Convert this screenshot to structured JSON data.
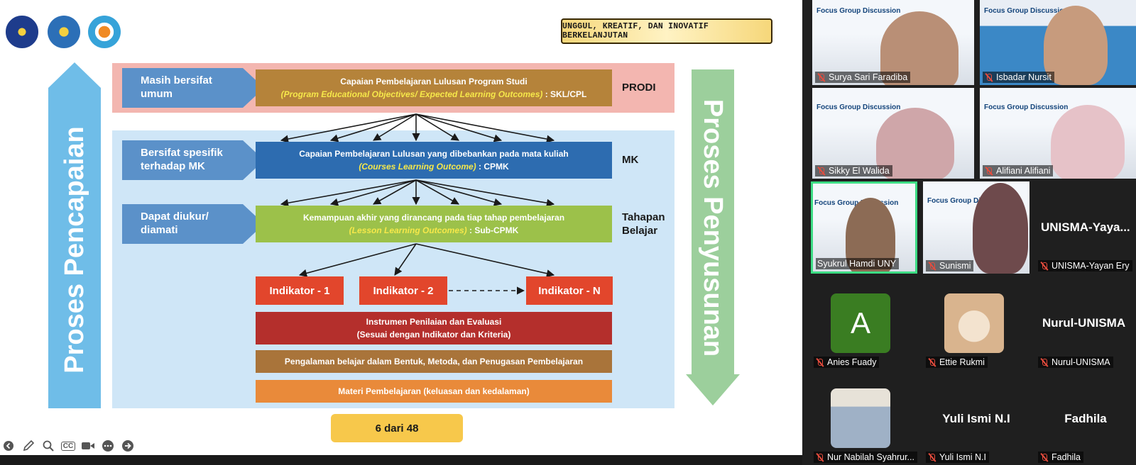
{
  "slide": {
    "motto": "UNGGUL, KREATIF, DAN INOVATIF BERKELANJUTAN",
    "logos": [
      "uny-logo",
      "tut-wuri-handayani-logo",
      "merdeka-belajar-logo"
    ],
    "left_arrow_label": "Proses Pencapaian",
    "right_arrow_label": "Proses Penyusunan",
    "levels": [
      {
        "label_line1": "Masih bersifat",
        "label_line2": "umum",
        "box_line1": "Capaian Pembelajaran Lulusan Program Studi",
        "box_em": "(Program Educational Objectives/ Expected Learning Outcomes)",
        "box_suffix": " : SKL/CPL",
        "tag_line1": "PRODI",
        "tag_line2": ""
      },
      {
        "label_line1": "Bersifat spesifik",
        "label_line2": "terhadap MK",
        "box_line1": "Capaian Pembelajaran Lulusan yang dibebankan pada mata kuliah",
        "box_em": "(Courses Learning Outcome)",
        "box_suffix": " : CPMK",
        "tag_line1": "MK",
        "tag_line2": ""
      },
      {
        "label_line1": "Dapat diukur/",
        "label_line2": "diamati",
        "box_line1": "Kemampuan akhir yang dirancang pada tiap tahap pembelajaran",
        "box_em": "(Lesson Learning Outcomes)",
        "box_suffix": " : Sub-CPMK",
        "tag_line1": "Tahapan",
        "tag_line2": "Belajar"
      }
    ],
    "indicators": [
      "Indikator - 1",
      "Indikator - 2",
      "Indikator - N"
    ],
    "instrumen_line1": "Instrumen Penilaian dan Evaluasi",
    "instrumen_line2": "(Sesuai dengan Indikator dan Kriteria)",
    "pengalaman": "Pengalaman belajar dalam Bentuk, Metoda, dan Penugasan Pembelajaran",
    "materi": "Materi Pembelajaran (keluasan dan kedalaman)",
    "page_indicator": "6 dari 48",
    "colors": {
      "prodi_band": "#f3b6b0",
      "lower_band": "#cfe6f7",
      "left_arrow": "#6fbde8",
      "right_arrow": "#9ccf9c"
    }
  },
  "toolbar": {
    "buttons": [
      "back-icon",
      "pen-icon",
      "zoom-icon",
      "captions-icon",
      "video-icon",
      "more-icon",
      "next-icon"
    ],
    "captions_label": "CC"
  },
  "gallery": {
    "fgd_title": "Focus Group Discussion",
    "participants": [
      {
        "name": "Surya Sari Faradiba",
        "muted": true
      },
      {
        "name": "Isbadar Nursit",
        "muted": true
      },
      {
        "name": "Sikky El Walida",
        "muted": true
      },
      {
        "name": "Alifiani Alifiani",
        "muted": true
      },
      {
        "name": "Syukrul Hamdi UNY",
        "muted": false,
        "active": true
      },
      {
        "name": "Sunismi",
        "muted": true
      },
      {
        "name": "UNISMA-Yayan Ery",
        "display": "UNISMA-Yaya...",
        "muted": true
      },
      {
        "name": "Anies Fuady",
        "avatar": "A",
        "muted": true
      },
      {
        "name": "Ettie Rukmi",
        "muted": true
      },
      {
        "name": "Nurul-UNISMA",
        "display": "Nurul-UNISMA",
        "muted": true
      },
      {
        "name": "Nur Nabilah Syahrur...",
        "muted": true
      },
      {
        "name": "Yuli Ismi N.I",
        "display": "Yuli Ismi N.I",
        "muted": true
      },
      {
        "name": "Fadhila",
        "display": "Fadhila",
        "muted": true
      }
    ]
  }
}
